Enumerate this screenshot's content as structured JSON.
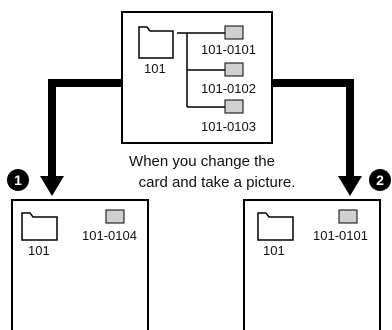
{
  "top_box": {
    "folder_label": "101",
    "files": [
      "101-0101",
      "101-0102",
      "101-0103"
    ]
  },
  "caption": {
    "line1": "When you change the",
    "line2": "card and take a picture."
  },
  "markers": {
    "left": "1",
    "right": "2"
  },
  "left_box": {
    "folder_label": "101",
    "file_label": "101-0104"
  },
  "right_box": {
    "folder_label": "101",
    "file_label": "101-0101"
  },
  "colors": {
    "line": "#000000",
    "file_fill": "#d0d0d0",
    "background": "#ffffff"
  },
  "icons": {
    "folder": "folder-icon",
    "file": "file-icon"
  }
}
